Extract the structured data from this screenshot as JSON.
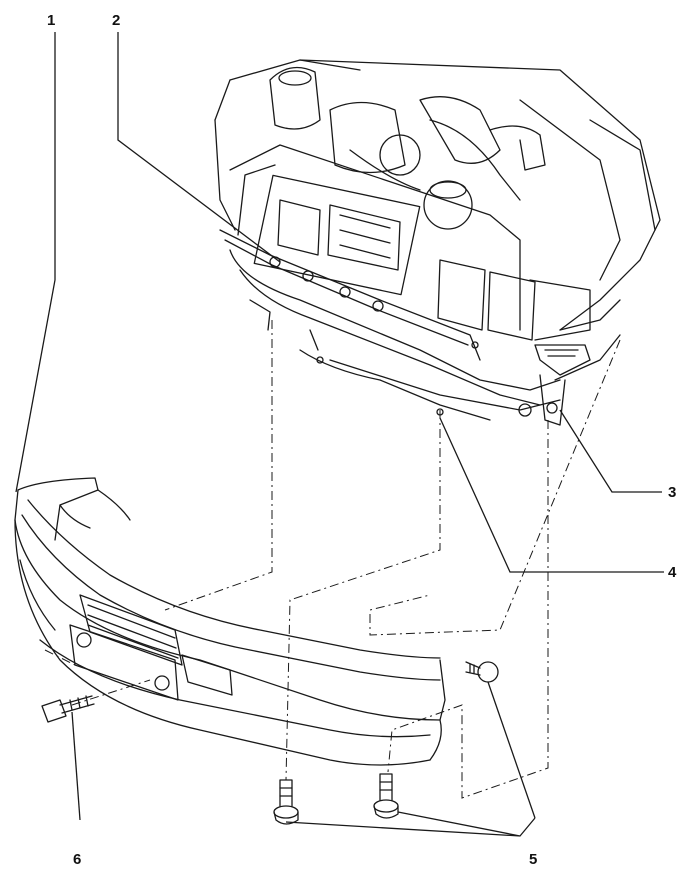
{
  "callouts": [
    {
      "number": "1"
    },
    {
      "number": "2"
    },
    {
      "number": "3"
    },
    {
      "number": "4"
    },
    {
      "number": "5"
    },
    {
      "number": "6"
    }
  ],
  "colors": {
    "line": "#1a1a1a",
    "paper": "#ffffff"
  }
}
